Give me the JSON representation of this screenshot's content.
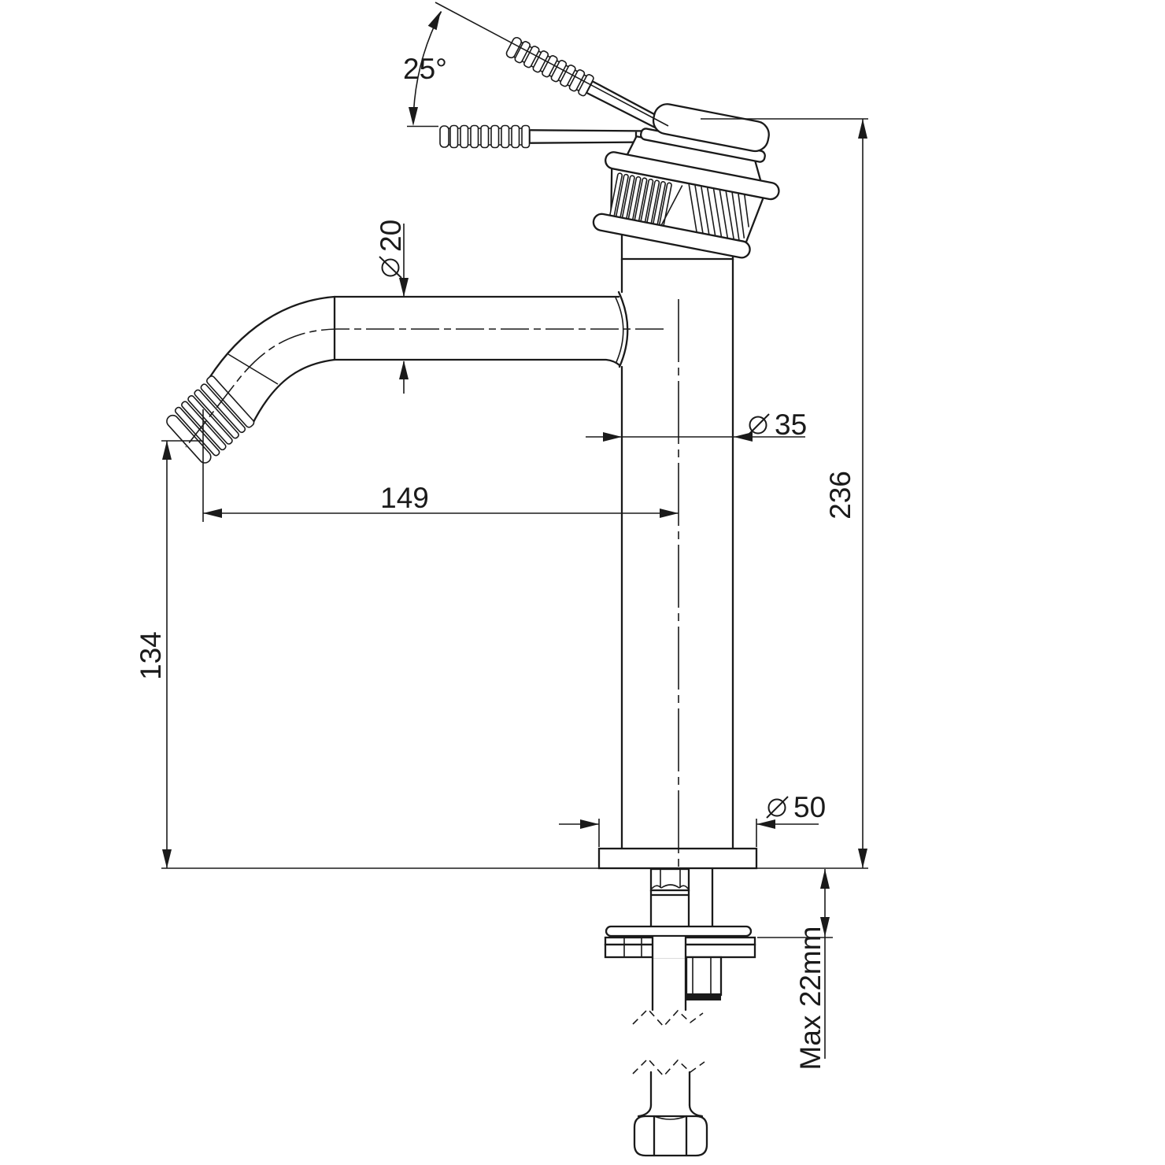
{
  "drawing": {
    "title": "single-lever basin mixer tap - dimensioned side elevation",
    "units": "mm",
    "line_color": "#1a1a1a",
    "background_color": "#ffffff",
    "diameter_symbol": "⌀",
    "labels": {
      "lever_angle": "25°",
      "spout_diameter": "20",
      "body_diameter": "35",
      "spout_reach": "149",
      "spout_outlet_height": "134",
      "overall_height": "236",
      "base_diameter": "50",
      "max_mounting_thickness": "Max 22mm"
    }
  }
}
